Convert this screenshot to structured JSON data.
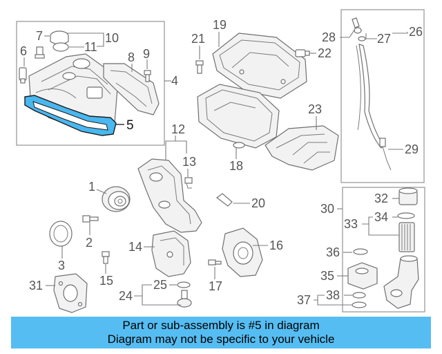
{
  "diagram": {
    "callouts": {
      "c1": "1",
      "c2": "2",
      "c3": "3",
      "c4": "4",
      "c5": "5",
      "c6": "6",
      "c7": "7",
      "c8": "8",
      "c9": "9",
      "c10": "10",
      "c11": "11",
      "c12": "12",
      "c13": "13",
      "c14": "14",
      "c15": "15",
      "c16": "16",
      "c17": "17",
      "c18": "18",
      "c19": "19",
      "c20": "20",
      "c21": "21",
      "c22": "22",
      "c23": "23",
      "c24": "24",
      "c25": "25",
      "c26": "26",
      "c27": "27",
      "c28": "28",
      "c29": "29",
      "c30": "30",
      "c31": "31",
      "c32": "32",
      "c33": "33",
      "c34": "34",
      "c35": "35",
      "c36": "36",
      "c37": "37",
      "c38": "38"
    },
    "highlighted_part": "5",
    "highlight_color": "#49b7f0"
  },
  "banner": {
    "line1": "Part or sub-assembly is #5 in diagram",
    "line2": "Diagram may not be specific to your vehicle",
    "background_color": "#56bdf2"
  }
}
